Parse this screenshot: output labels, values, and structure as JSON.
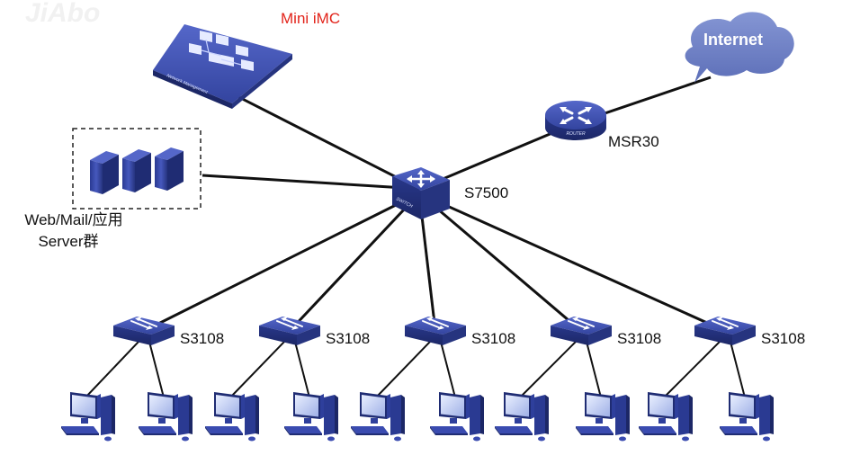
{
  "nodes": {
    "imc": {
      "label": "Mini iMC",
      "caption": "Network Management"
    },
    "internet": {
      "label": "Internet"
    },
    "router": {
      "label": "MSR30",
      "caption": "ROUTER"
    },
    "core": {
      "label": "S7500",
      "caption": "SWITCH"
    },
    "servers": {
      "label_line1": "Web/Mail/应用",
      "label_line2": "Server群"
    },
    "access": [
      {
        "label": "S3108"
      },
      {
        "label": "S3108"
      },
      {
        "label": "S3108"
      },
      {
        "label": "S3108"
      },
      {
        "label": "S3108"
      }
    ]
  },
  "colors": {
    "device_blue": "#2e3f9c",
    "device_blue_light": "#4a5cc0",
    "device_blue_dark": "#1f2c73",
    "cloud": "#6d7ec4",
    "link": "#111111",
    "accent_red": "#e2231a"
  }
}
